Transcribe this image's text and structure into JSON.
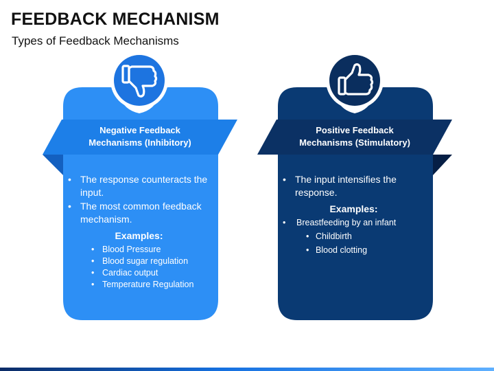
{
  "header": {
    "title": "FEEDBACK MECHANISM",
    "subtitle": "Types of Feedback Mechanisms"
  },
  "colors": {
    "negative_card": "#2d8ff5",
    "negative_ribbon": "#1d7fe8",
    "negative_fold": "#1360c0",
    "positive_card": "#0a3a73",
    "positive_ribbon": "#0b3164",
    "positive_fold": "#061f45",
    "icon_ring_negative": "#1d74e0",
    "icon_ring_positive": "#0a2e5e"
  },
  "negative": {
    "icon": "thumbs-down-icon",
    "heading_line1": "Negative Feedback",
    "heading_line2": "Mechanisms (Inhibitory)",
    "bullets": [
      "The response counteracts the input.",
      "The most common feedback mechanism."
    ],
    "examples_title": "Examples:",
    "examples": [
      "Blood Pressure",
      "Blood sugar regulation",
      "Cardiac output",
      "Temperature Regulation"
    ]
  },
  "positive": {
    "icon": "thumbs-up-icon",
    "heading_line1": "Positive Feedback",
    "heading_line2": "Mechanisms (Stimulatory)",
    "bullets": [
      "The input intensifies the response."
    ],
    "examples_title": "Examples:",
    "examples": [
      "Breastfeeding by an infant",
      "Childbirth",
      "Blood clotting"
    ]
  }
}
